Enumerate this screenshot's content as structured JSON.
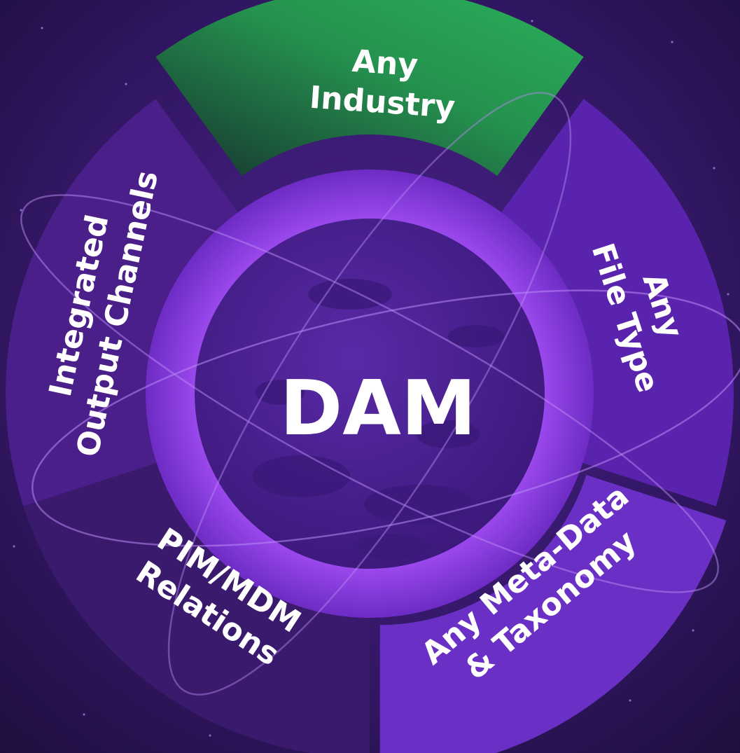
{
  "center": {
    "label": "DAM"
  },
  "segments": [
    {
      "id": "industry",
      "lines": [
        "Any",
        "Industry"
      ],
      "color": "#2aa558",
      "color_dark": "#1b4a35",
      "highlighted": true
    },
    {
      "id": "file-type",
      "lines": [
        "Any",
        "File Type"
      ],
      "color": "#5a23ad"
    },
    {
      "id": "meta-data",
      "lines": [
        "Any Meta-Data",
        "& Taxonomy"
      ],
      "color": "#6a2fc4"
    },
    {
      "id": "pim-mdm",
      "lines": [
        "PIM/MDM",
        "Relations"
      ],
      "color": "#3a1a6c"
    },
    {
      "id": "output-channels",
      "lines": [
        "Integrated",
        "Output Channels"
      ],
      "color": "#4a1f8a"
    }
  ],
  "colors": {
    "background": "#2a1452",
    "ring": "#8a3ce0",
    "planet": "#4a2296",
    "planet_spots": "#3b1a7a"
  }
}
